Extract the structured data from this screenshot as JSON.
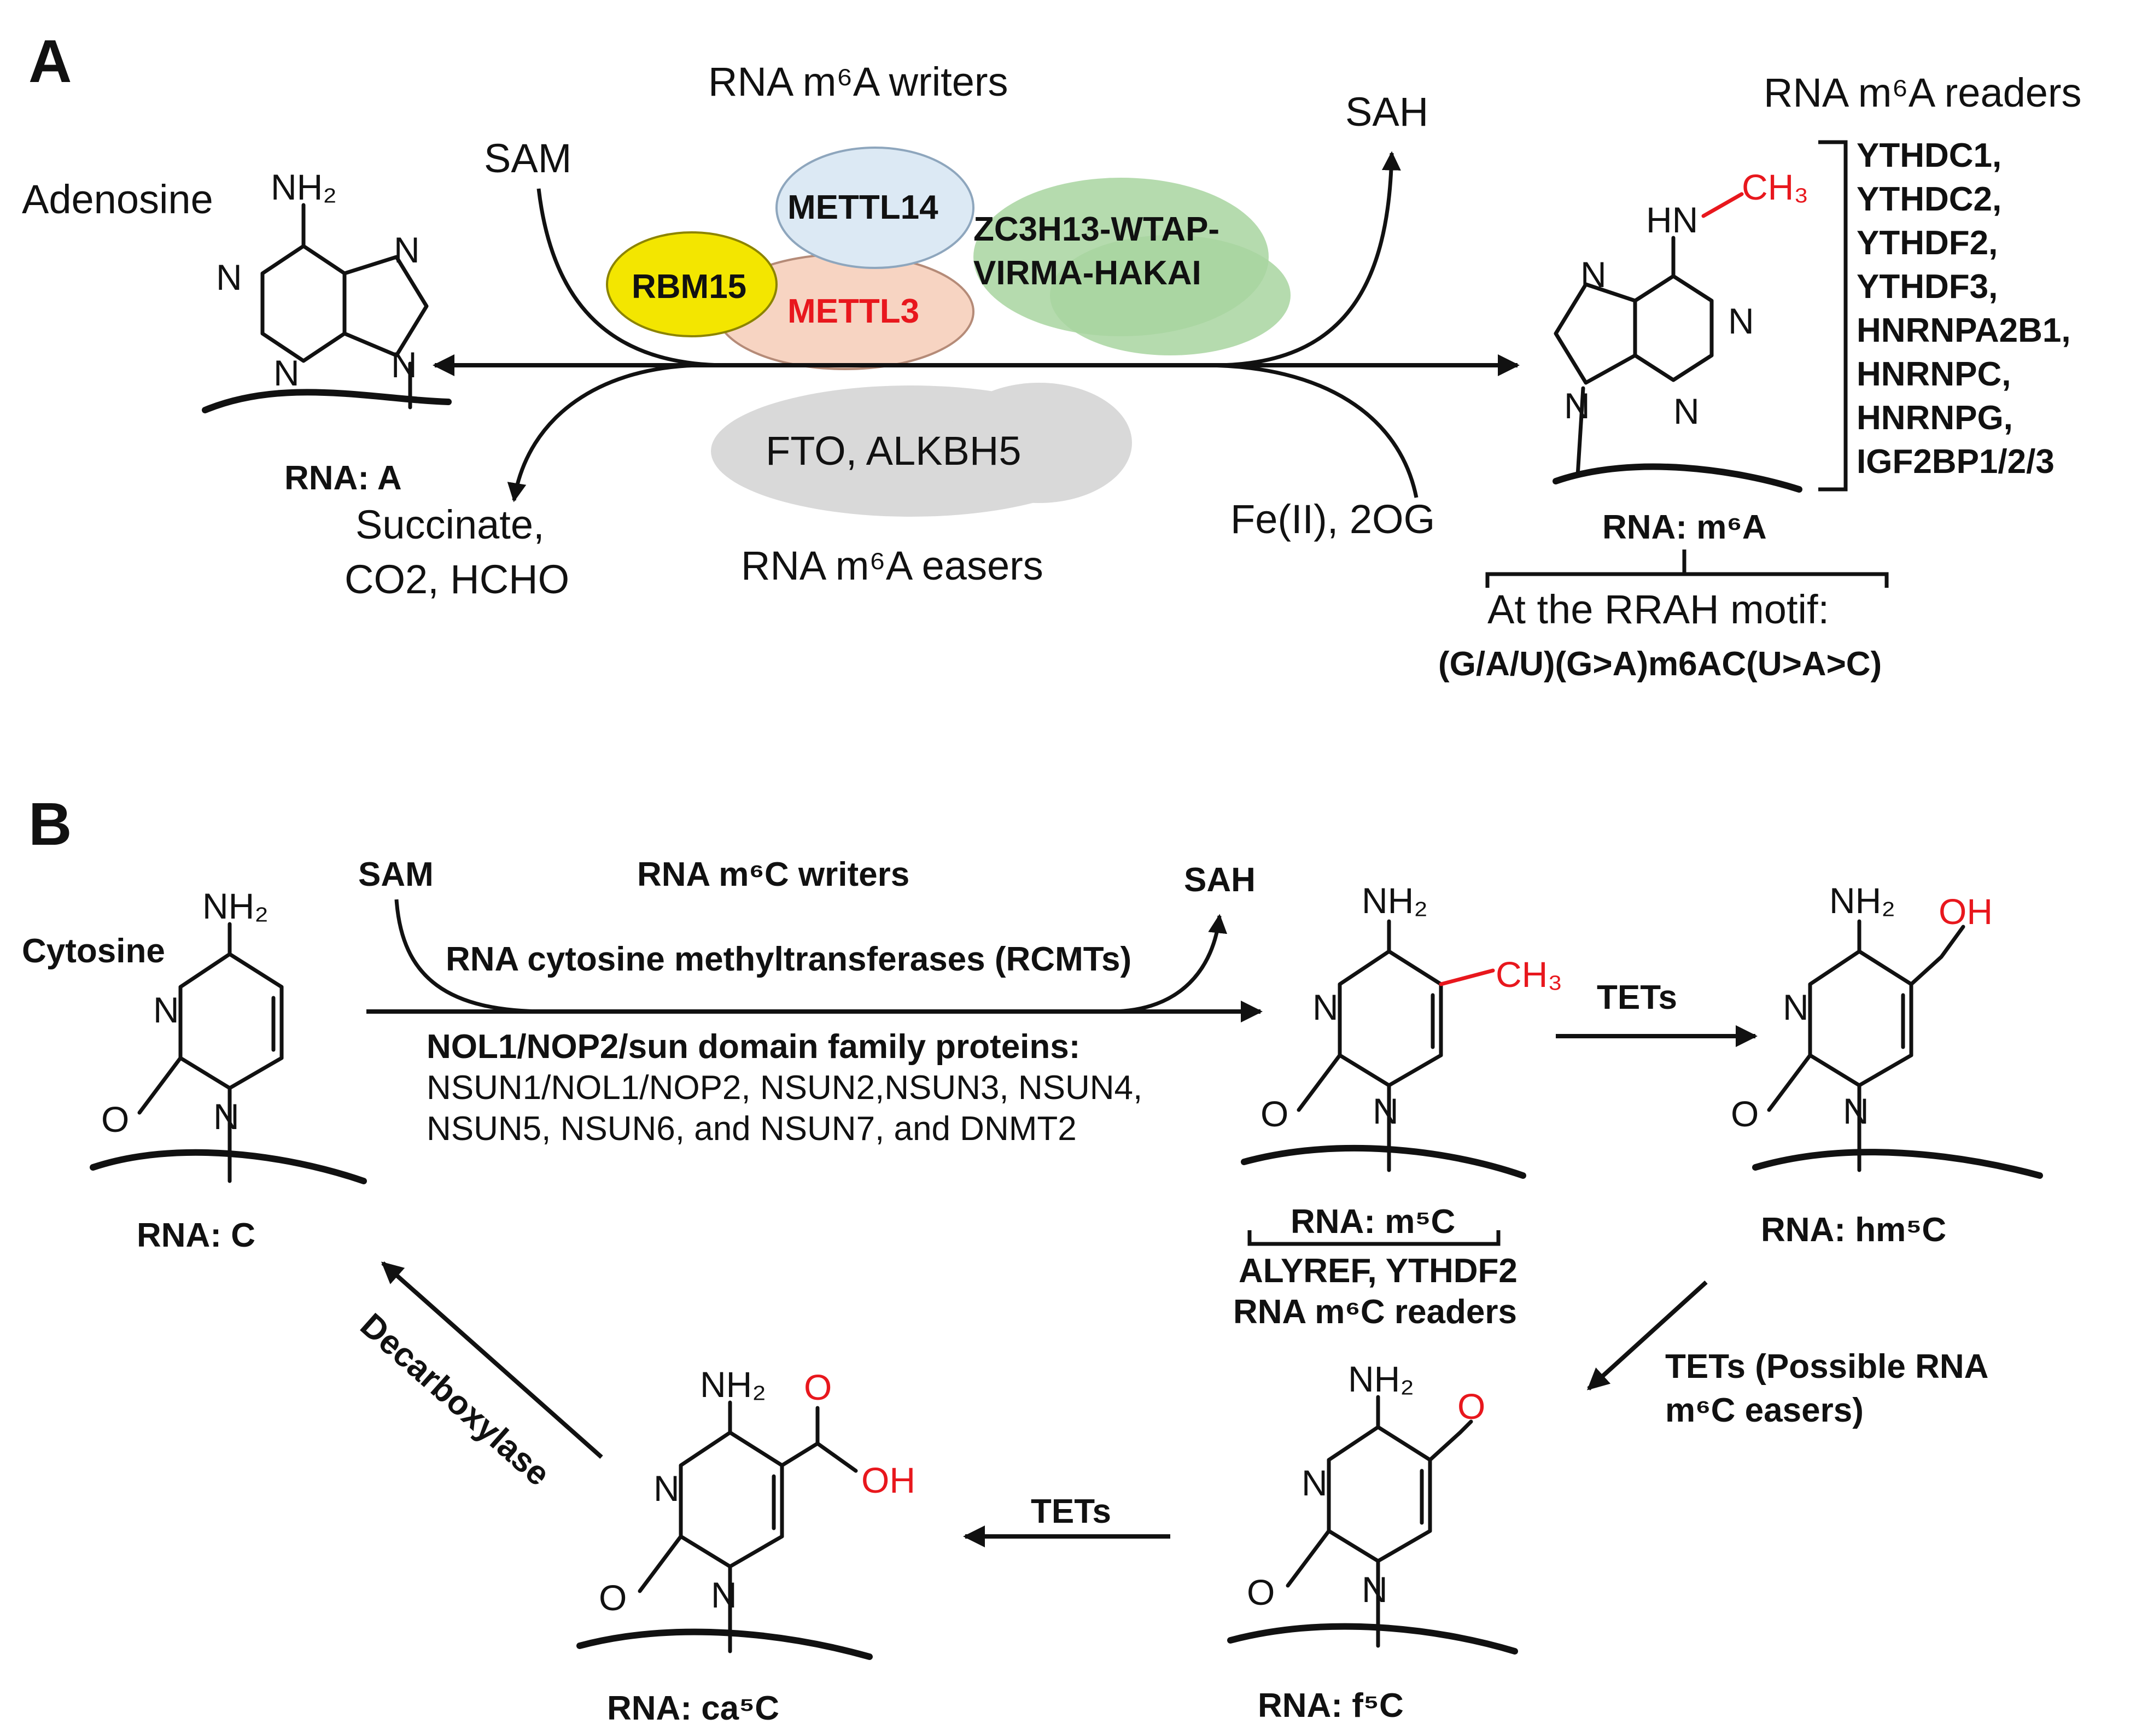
{
  "panel_a": {
    "label": "A",
    "writers_title": "RNA m⁶A writers",
    "readers_title": "RNA m⁶A readers",
    "easers_title": "RNA m⁶A easers",
    "adenosine": "Adenosine",
    "sam": "SAM",
    "sah": "SAH",
    "succinate_1": "Succinate,",
    "succinate_2": "CO2, HCHO",
    "fe": "Fe(II), 2OG",
    "rna_a": "RNA: A",
    "rna_m6a": "RNA: m⁶A",
    "motif_title": "At the RRAH motif:",
    "motif_seq": "(G/A/U)(G>A)m6AC(U>A>C)",
    "enzymes": {
      "mettl14": "METTL14",
      "rbm15": "RBM15",
      "mettl3": "METTL3",
      "zc3h13_1": "ZC3H13-WTAP-",
      "zc3h13_2": "VIRMA-HAKAI",
      "fto": "FTO, ALKBH5"
    },
    "readers": [
      "YTHDC1,",
      "YTHDC2,",
      "YTHDF2,",
      "YTHDF3,",
      "HNRNPA2B1,",
      "HNRNPC,",
      "HNRNPG,",
      "IGF2BP1/2/3"
    ],
    "atoms": {
      "nh2": "NH₂",
      "n": "N",
      "hn": "HN",
      "ch3": "CH₃"
    }
  },
  "panel_b": {
    "label": "B",
    "sam": "SAM",
    "sah": "SAH",
    "writers_title": "RNA m⁶C writers",
    "rcmt": "RNA cytosine methyltransferases (RCMTs)",
    "nol_title": "NOL1/NOP2/sun domain family proteins:",
    "nol_1": "NSUN1/NOL1/NOP2, NSUN2,NSUN3, NSUN4,",
    "nol_2": "NSUN5, NSUN6, and NSUN7, and DNMT2",
    "cytosine": "Cytosine",
    "rna_c": "RNA: C",
    "rna_m5c": "RNA: m⁵C",
    "rna_hm5c": "RNA: hm⁵C",
    "rna_f5c": "RNA: f⁵C",
    "rna_ca5c": "RNA: ca⁵C",
    "tets": "TETs",
    "tets_possible_1": "TETs (Possible RNA",
    "tets_possible_2": "m⁶C easers)",
    "decarboxylase": "Decarboxylase",
    "m5c_readers_1": "ALYREF, YTHDF2",
    "m5c_readers_2": "RNA m⁶C readers",
    "atoms": {
      "nh2": "NH₂",
      "n": "N",
      "o": "O",
      "ch3": "CH₃",
      "oh": "OH"
    }
  },
  "colors": {
    "red": "#e8171d",
    "mettl14": "#dce9f4",
    "rbm15": "#f3e600",
    "mettl3": "#f7d4c2",
    "zc3h13": "#a8d5a0",
    "fto": "#d9d9d9"
  }
}
